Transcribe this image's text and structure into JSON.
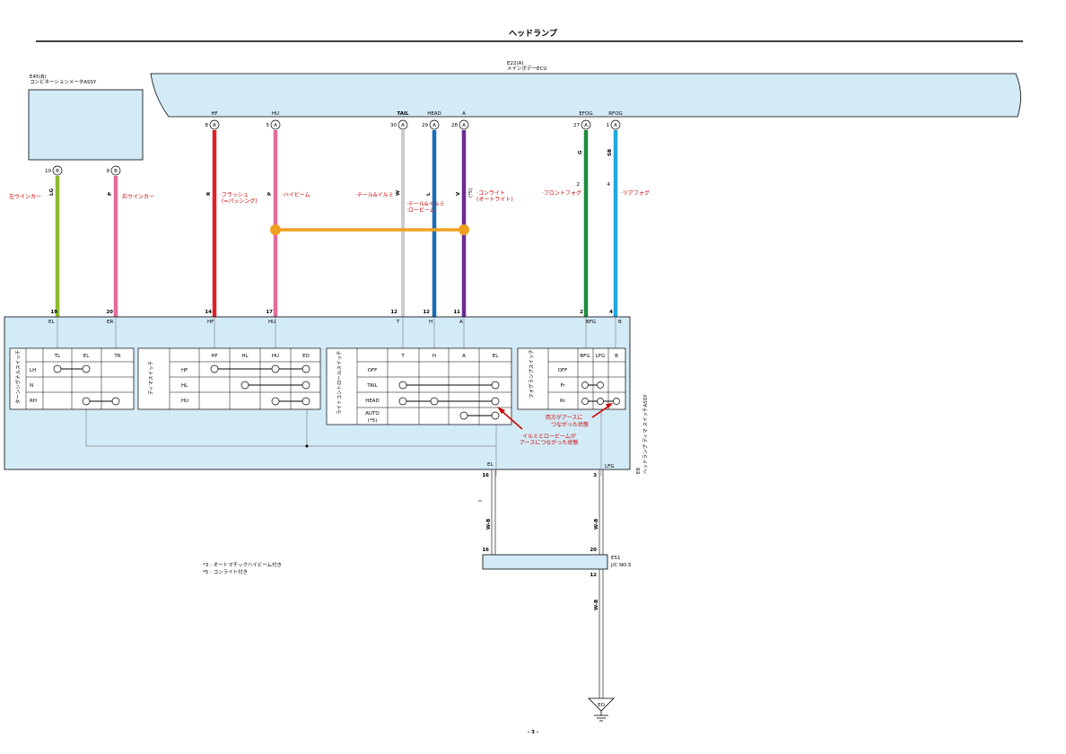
{
  "page": {
    "title": "ヘッドランプ",
    "page_number": "- 3 -"
  },
  "colors": {
    "box_fill": "#d3ebf7",
    "annotation": "#cc0000",
    "highlight": "#f0a020",
    "wire_LG": "#8dbb2c",
    "wire_P": "#e36c9f",
    "wire_R": "#e0202a",
    "wire_W": "#999999",
    "wire_L": "#1a6cb4",
    "wire_V": "#6b2c91",
    "wire_G": "#1d8f3c",
    "wire_SB": "#1ea9dc"
  },
  "ecu": {
    "code": "E22(A)",
    "name": "メインボデーECU"
  },
  "meter": {
    "code": "E45(B)",
    "name": "コンビネーションメータASSY"
  },
  "switch_assy": {
    "code": "E8",
    "name": "ヘッドランプ ディマ スイッチASSY"
  },
  "jc": {
    "code": "E51",
    "name": "J/C NO.5",
    "pin_top_left": "16",
    "pin_top_right": "20",
    "pin_bottom": "12"
  },
  "ground": {
    "label": "EO",
    "lower_wire": "W-B"
  },
  "ecu_pins": [
    {
      "term": "HF",
      "pin": "8",
      "conn": "A"
    },
    {
      "term": "HU",
      "pin": "5",
      "conn": "A"
    },
    {
      "term": "TAIL",
      "pin": "30",
      "conn": "A"
    },
    {
      "term": "HEAD",
      "pin": "29",
      "conn": "A"
    },
    {
      "term": "A",
      "pin": "28",
      "conn": "A"
    },
    {
      "term": "EFOG",
      "pin": "27",
      "conn": "A"
    },
    {
      "term": "RFOG",
      "pin": "1",
      "conn": "A"
    }
  ],
  "meter_pins": [
    {
      "pin": "10",
      "conn": "B"
    },
    {
      "pin": "9",
      "conn": "B"
    }
  ],
  "wires": [
    {
      "color": "LG",
      "top_pin": "",
      "bottom_pin": "19",
      "term": "EL",
      "annotation": "左ウインカー"
    },
    {
      "color": "P",
      "top_pin": "",
      "bottom_pin": "20",
      "term": "ER",
      "annotation": "右ウインカー"
    },
    {
      "color": "R",
      "top_pin": "",
      "bottom_pin": "14",
      "term": "HF",
      "annotation": "·フラッシュ",
      "annotation2": "(=パッシング)"
    },
    {
      "color": "P",
      "top_pin": "",
      "bottom_pin": "17",
      "term": "HU",
      "annotation": "·ハイビーム"
    },
    {
      "color": "W",
      "top_pin": "",
      "bottom_pin": "12",
      "term": "T",
      "annotation": "·テール&イルミ"
    },
    {
      "color": "L",
      "top_pin": "",
      "bottom_pin": "12",
      "term": "H",
      "annotation": "·テール&イルミ",
      "annotation2": "·ロービーム"
    },
    {
      "color": "V",
      "top_pin": "",
      "bottom_pin": "11",
      "term": "A",
      "annotation": "·コンライト",
      "annotation2": "(オートライト)",
      "note": "(*5)"
    },
    {
      "color": "G",
      "top_pin": "2",
      "bottom_pin": "2",
      "term": "BFG",
      "annotation": "·フロントフォグ"
    },
    {
      "color": "SB",
      "top_pin": "4",
      "bottom_pin": "4",
      "term": "B",
      "annotation": "·リアフォグ"
    }
  ],
  "turn_switch": {
    "label": "ターンシグナルスイッチ",
    "columns": [
      "TL",
      "EL",
      "TR"
    ],
    "rows": [
      "LH",
      "N",
      "RH"
    ]
  },
  "dimmer_switch": {
    "label": "ディマスイッチ",
    "columns": [
      "HF",
      "HL",
      "HU",
      "ED"
    ],
    "rows": [
      "HF",
      "HL",
      "HU"
    ]
  },
  "light_switch": {
    "label": "ライトコントロールスイッチ",
    "columns": [
      "T",
      "H",
      "A",
      "EL"
    ],
    "rows": [
      "OFF",
      "TAIL",
      "HEAD",
      "AUTO",
      "(*5)"
    ]
  },
  "fog_switch": {
    "label": "フォグランプスイッチ",
    "columns": [
      "BFG",
      "LFG",
      "B"
    ],
    "rows": [
      "OFF",
      "Fr",
      "Rr"
    ]
  },
  "annotations": {
    "fog_note_1": "両方がアースに",
    "fog_note_2": "つながった状態",
    "light_note_1": "イルミとロービームが",
    "light_note_2": "アースにつながった状態"
  },
  "bottom_terms": {
    "el": "EL",
    "lfg": "LFG",
    "el_pin": "16",
    "lfg_pin": "3",
    "wire": "W-B"
  },
  "footnotes": {
    "n3": "*3 : オートマチックハイビーム付き",
    "n5": "*5 : コンライト付き"
  }
}
